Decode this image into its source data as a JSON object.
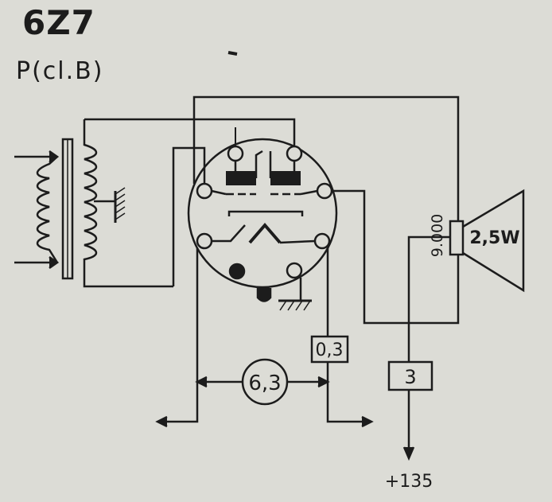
{
  "header": {
    "tube_type": "6Z7",
    "operating_class": "P(cl.B)"
  },
  "labels": {
    "heater_voltage": "6,3",
    "heater_current": "0,3",
    "output_power": "2,5W",
    "transformer_impedance": "9.000",
    "plate_current": "3",
    "supply_voltage": "+135"
  }
}
